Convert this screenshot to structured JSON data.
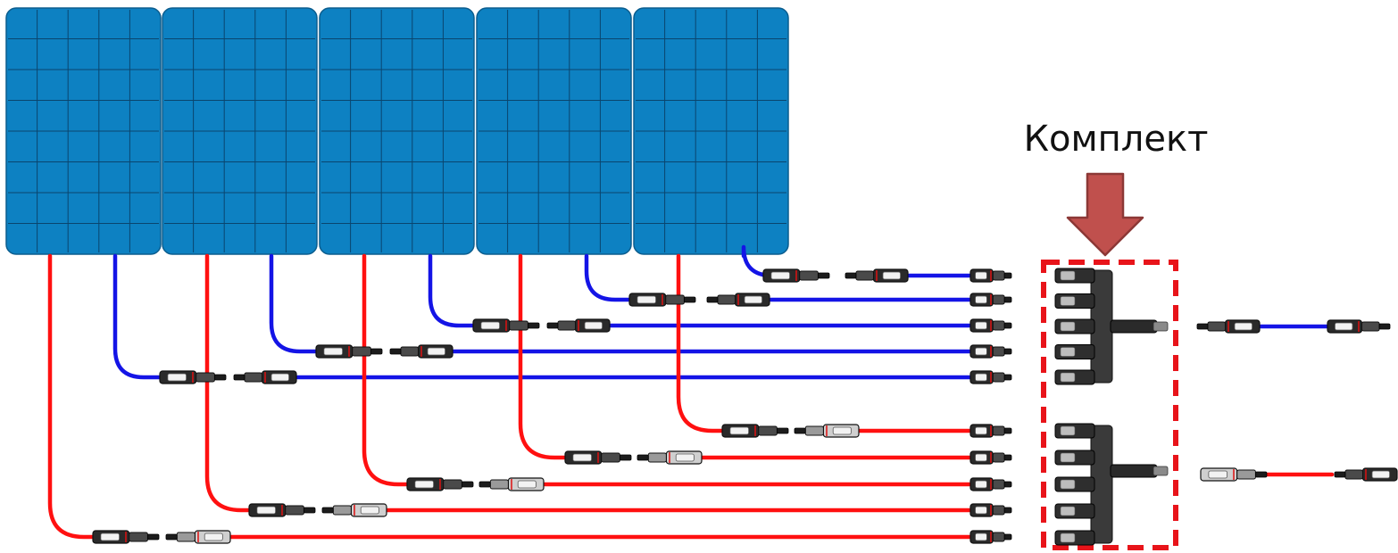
{
  "kit_label": "Комплект",
  "panel_count": 5,
  "string_count": 5,
  "colors": {
    "panel_fill": "#0d81c2",
    "panel_grid": "#0a3f66",
    "positive_wire": "#ff1010",
    "negative_wire": "#1414e6",
    "highlight_box": "#e8141a",
    "arrow_fill": "#c0504d",
    "arrow_stroke": "#8c3836",
    "connector_dark": "#2a2a2a",
    "connector_light": "#d9d9d9"
  },
  "icons": {
    "arrow": "down-arrow-icon",
    "male_connector": "mc4-male-connector-icon",
    "female_connector": "mc4-female-connector-icon",
    "branch_connector": "mc4-y-branch-connector-icon"
  }
}
